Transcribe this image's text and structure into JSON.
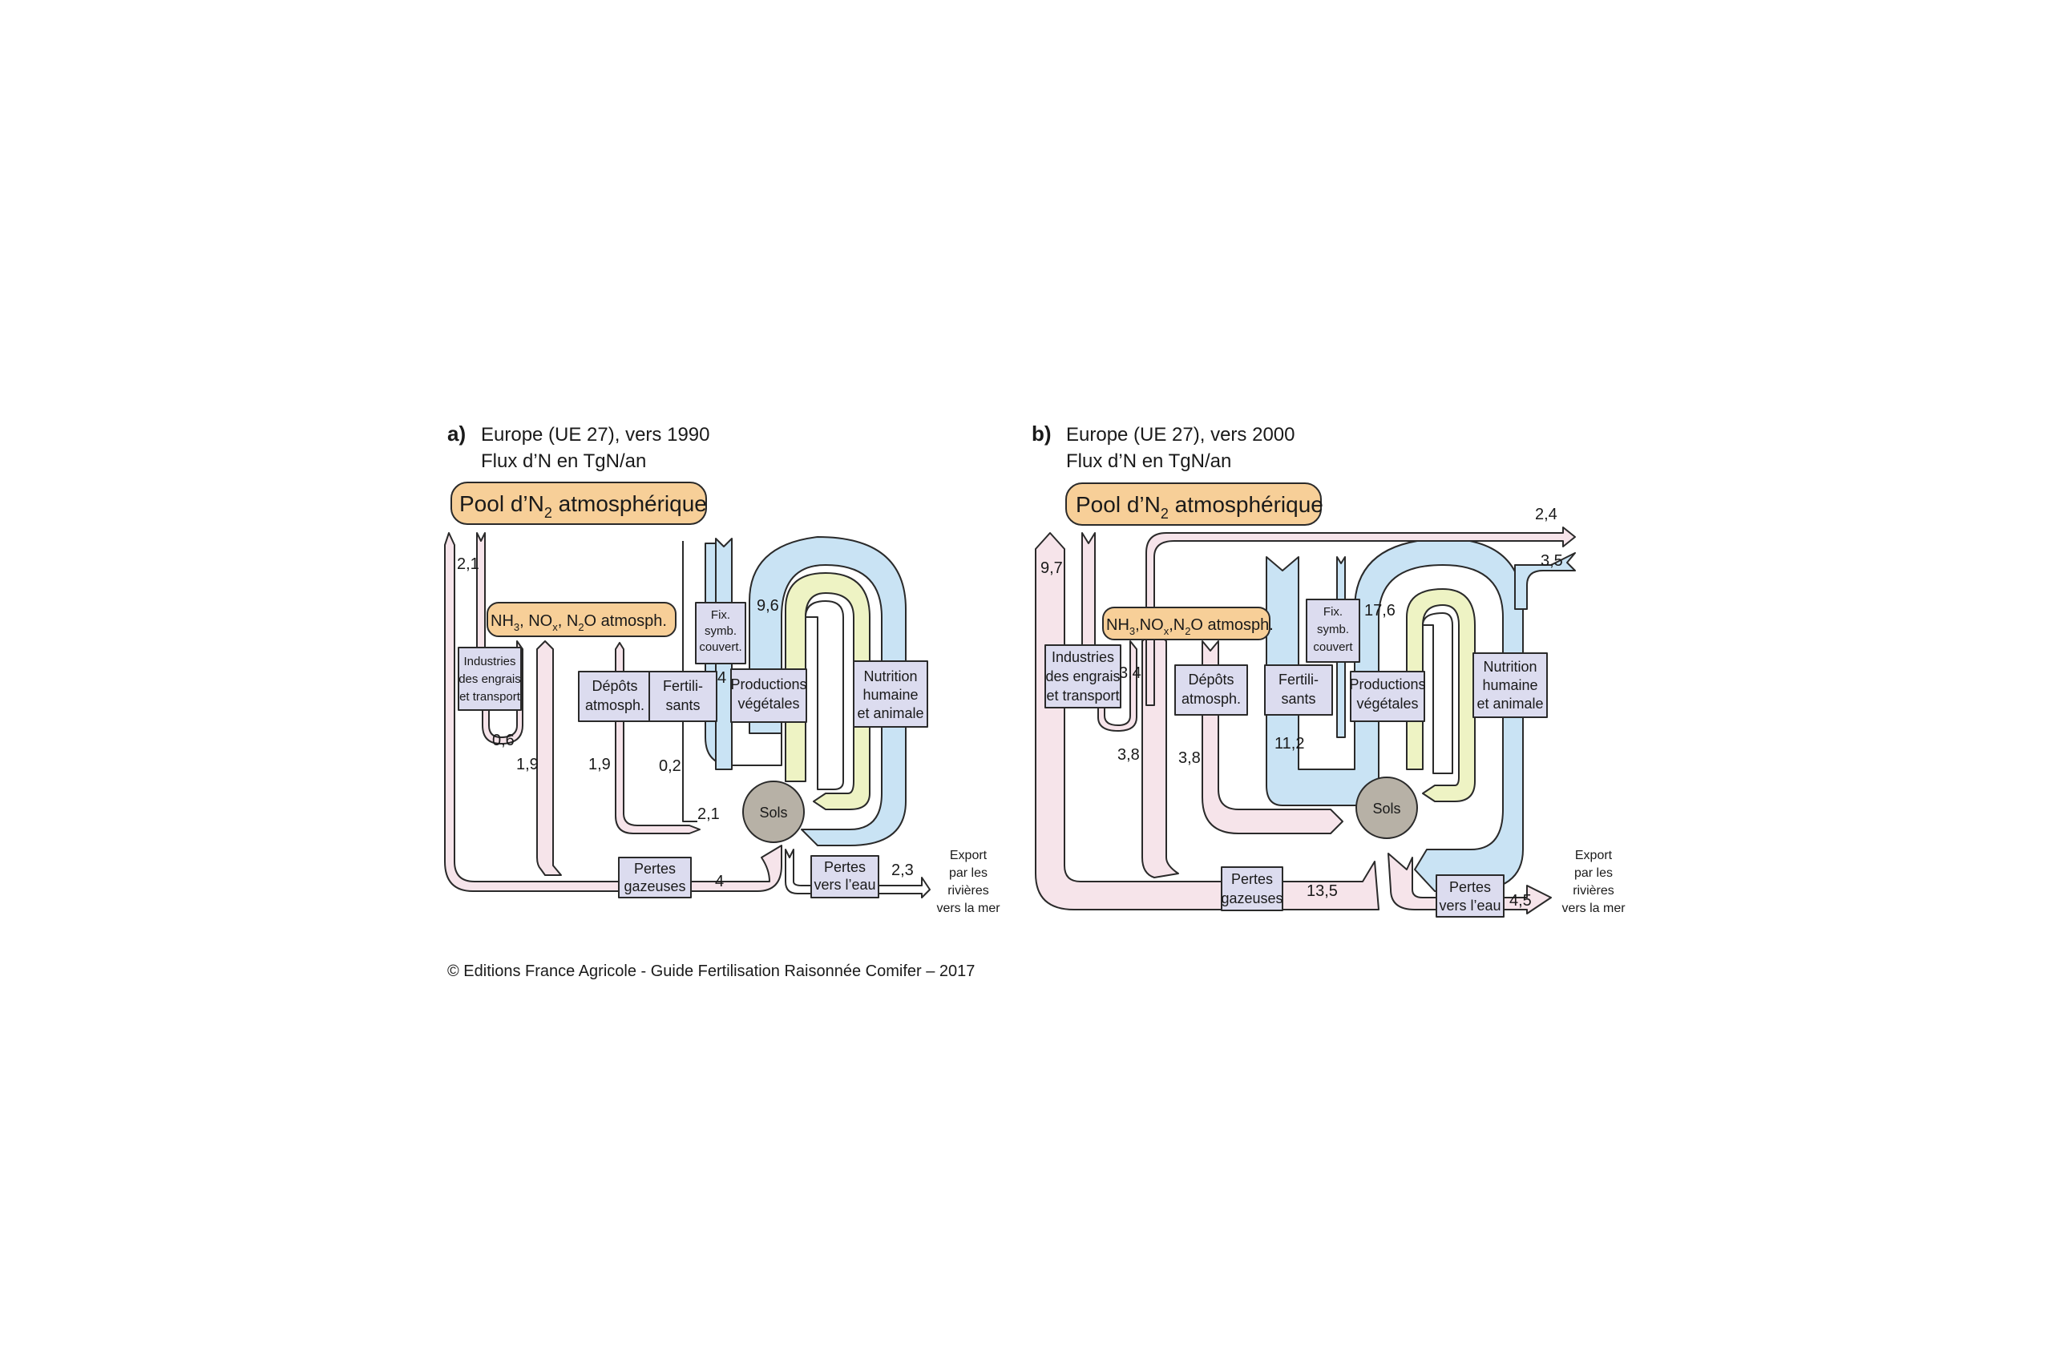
{
  "colors": {
    "pink": "#f6e4ea",
    "blue": "#c9e3f4",
    "yellow": "#eef3c4",
    "orange": "#f7cf98",
    "box": "#dcdcef",
    "soil": "#b7b1a6",
    "outline": "#2a2a2a"
  },
  "panel_a": {
    "tag": "a)",
    "title_line1": "Europe (UE 27), vers 1990",
    "title_line2": "Flux d’N en TgN/an",
    "pool_prefix": "Pool d’N",
    "pool_sub": "2",
    "pool_suffix": " atmosphérique",
    "atm_nh": "NH",
    "atm_s1": "3",
    "atm_no": ", NO",
    "atm_s2": "x",
    "atm_n": ", N",
    "atm_s3": "2",
    "atm_end": "O atmosph.",
    "industries": [
      "Industries",
      "des engrais",
      "et transport"
    ],
    "depots": [
      "Dépôts",
      "atmosph."
    ],
    "fertilisants": [
      "Fertili-",
      "sants"
    ],
    "fixation": [
      "Fix.",
      "symb.",
      "couvert."
    ],
    "productions": [
      "Productions",
      "végétales"
    ],
    "nutrition": [
      "Nutrition",
      "humaine",
      "et animale"
    ],
    "sols": "Sols",
    "pertes_gaz": [
      "Pertes",
      "gazeuses"
    ],
    "pertes_eau": [
      "Pertes",
      "vers l’eau"
    ],
    "export": [
      "Export",
      "par les",
      "rivières",
      "vers la mer"
    ],
    "values": {
      "v_2_1_top": "2,1",
      "v_0_6": "0,6",
      "v_1_9_a": "1,9",
      "v_1_9_b": "1,9",
      "v_0_2": "0,2",
      "v_2_1_soil": "2,1",
      "v_4_fix": "4",
      "v_9_6": "9,6",
      "v_4_gaz": "4",
      "v_2_3": "2,3"
    }
  },
  "panel_b": {
    "tag": "b)",
    "title_line1": "Europe (UE 27), vers 2000",
    "title_line2": "Flux d’N en TgN/an",
    "pool_prefix": "Pool d’N",
    "pool_sub": "2",
    "pool_suffix": " atmosphérique",
    "atm_nh": "NH",
    "atm_s1": "3",
    "atm_no": ",NO",
    "atm_s2": "x",
    "atm_n": ",N",
    "atm_s3": "2",
    "atm_end": "O atmosph.",
    "industries": [
      "Industries",
      "des engrais",
      "et transport"
    ],
    "depots": [
      "Dépôts",
      "atmosph."
    ],
    "fertilisants": [
      "Fertili-",
      "sants"
    ],
    "fixation": [
      "Fix.",
      "symb.",
      "couvert"
    ],
    "productions": [
      "Productions",
      "végétales"
    ],
    "nutrition": [
      "Nutrition",
      "humaine",
      "et animale"
    ],
    "sols": "Sols",
    "pertes_gaz": [
      "Pertes",
      "gazeuses"
    ],
    "pertes_eau": [
      "Pertes",
      "vers l’eau"
    ],
    "export": [
      "Export",
      "par les",
      "rivières",
      "vers la mer"
    ],
    "values": {
      "v_9_7": "9,7",
      "v_3_4": "3,4",
      "v_3_8_a": "3,8",
      "v_3_8_b": "3,8",
      "v_11_2": "11,2",
      "v_17_6": "17,6",
      "v_13_5": "13,5",
      "v_4_5": "4,5",
      "v_2_4": "2,4",
      "v_3_5": "3,5"
    }
  },
  "credit": "© Editions France Agricole - Guide Fertilisation Raisonnée Comifer – 2017"
}
